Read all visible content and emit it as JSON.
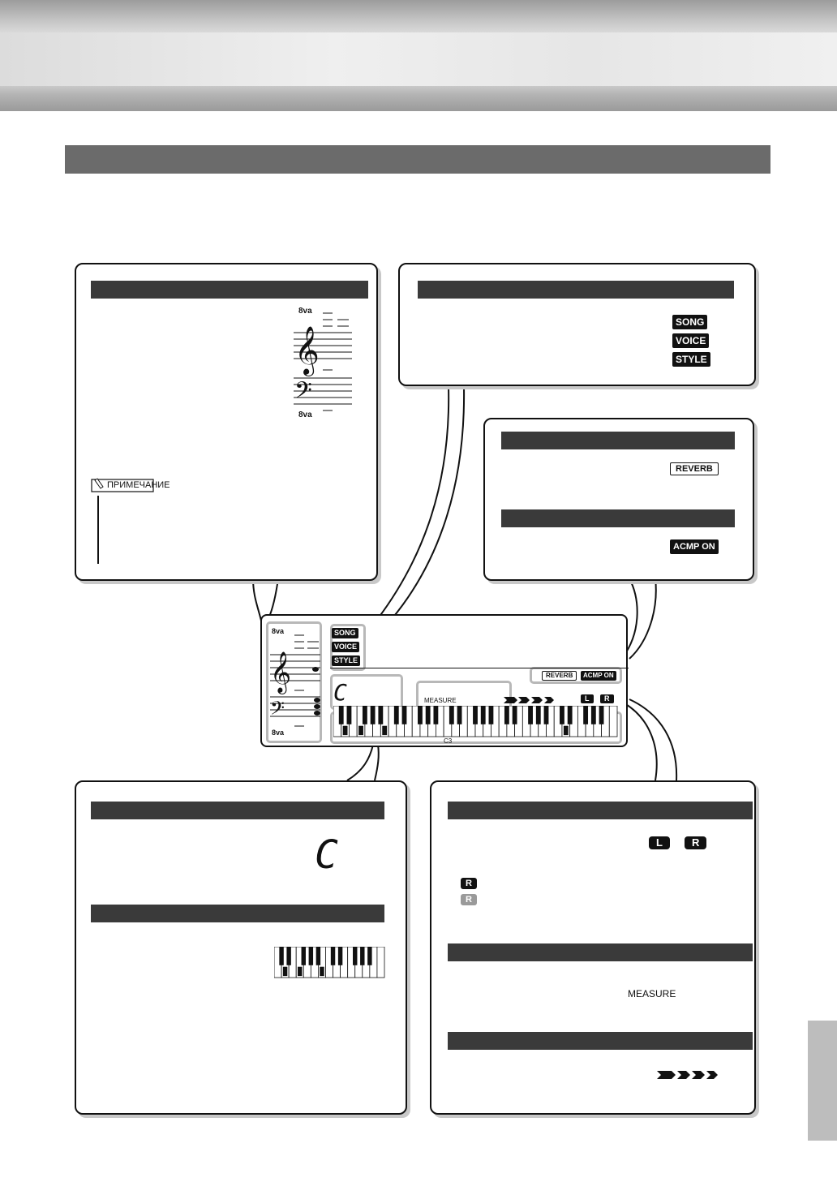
{
  "note": {
    "label": "ПРИМЕЧАНИЕ"
  },
  "panels": {
    "notation": {
      "octave_high": "8va",
      "octave_low": "8va"
    },
    "mode": {
      "song": "SONG",
      "voice": "VOICE",
      "style": "STYLE"
    },
    "reverb": {
      "label": "REVERB"
    },
    "acmp": {
      "label": "ACMP ON"
    },
    "chord": {
      "glyph": "C"
    },
    "part": {
      "left": "L",
      "right": "R",
      "right_on": "R",
      "right_off": "R"
    },
    "measure": {
      "label": "MEASURE"
    }
  },
  "lcd": {
    "octave_high": "8va",
    "octave_low": "8va",
    "song": "SONG",
    "voice": "VOICE",
    "style": "STYLE",
    "reverb": "REVERB",
    "acmp": "ACMP ON",
    "chord": "C",
    "measure": "MEASURE",
    "left": "L",
    "right": "R",
    "key_label": "C3"
  },
  "colors": {
    "section_bar": "#6b6b6b",
    "panel_bar": "#3a3a3a",
    "highlight": "#b8b8b8",
    "side_tab": "#bdbdbd"
  }
}
